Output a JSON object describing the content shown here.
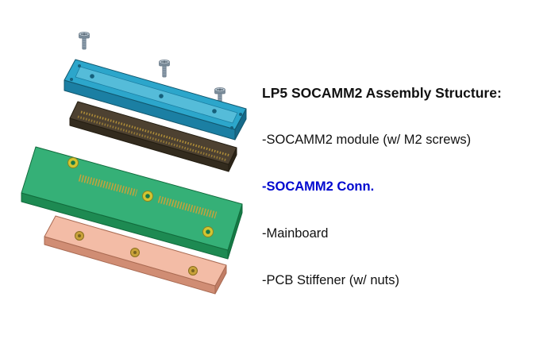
{
  "title": "LP5 SOCAMM2 Assembly Structure:",
  "legend_items": [
    {
      "id": "socamm2-module",
      "label": "-SOCAMM2 module (w/ M2 screws)",
      "emphasis": false
    },
    {
      "id": "socamm2-conn",
      "label": "-SOCAMM2 Conn.",
      "emphasis": true
    },
    {
      "id": "mainboard",
      "label": "-Mainboard",
      "emphasis": false
    },
    {
      "id": "pcb-stiffener",
      "label": "-PCB Stiffener (w/ nuts)",
      "emphasis": false
    }
  ],
  "colors": {
    "module": "#2ca6cb",
    "connector": "#4d4131",
    "mainboard": "#35b077",
    "stiffener": "#f3bca6",
    "screw": "#96a5b1",
    "gold": "#c9a23a",
    "hole_ring": "#d3c531",
    "highlight": "#0008cf",
    "text": "#111111"
  },
  "diagram": {
    "parts": [
      {
        "name": "m2-screws",
        "count": 3
      },
      {
        "name": "socamm2-module"
      },
      {
        "name": "socamm2-connector"
      },
      {
        "name": "mainboard",
        "holes": 3
      },
      {
        "name": "pcb-stiffener",
        "nuts": 3
      }
    ]
  }
}
